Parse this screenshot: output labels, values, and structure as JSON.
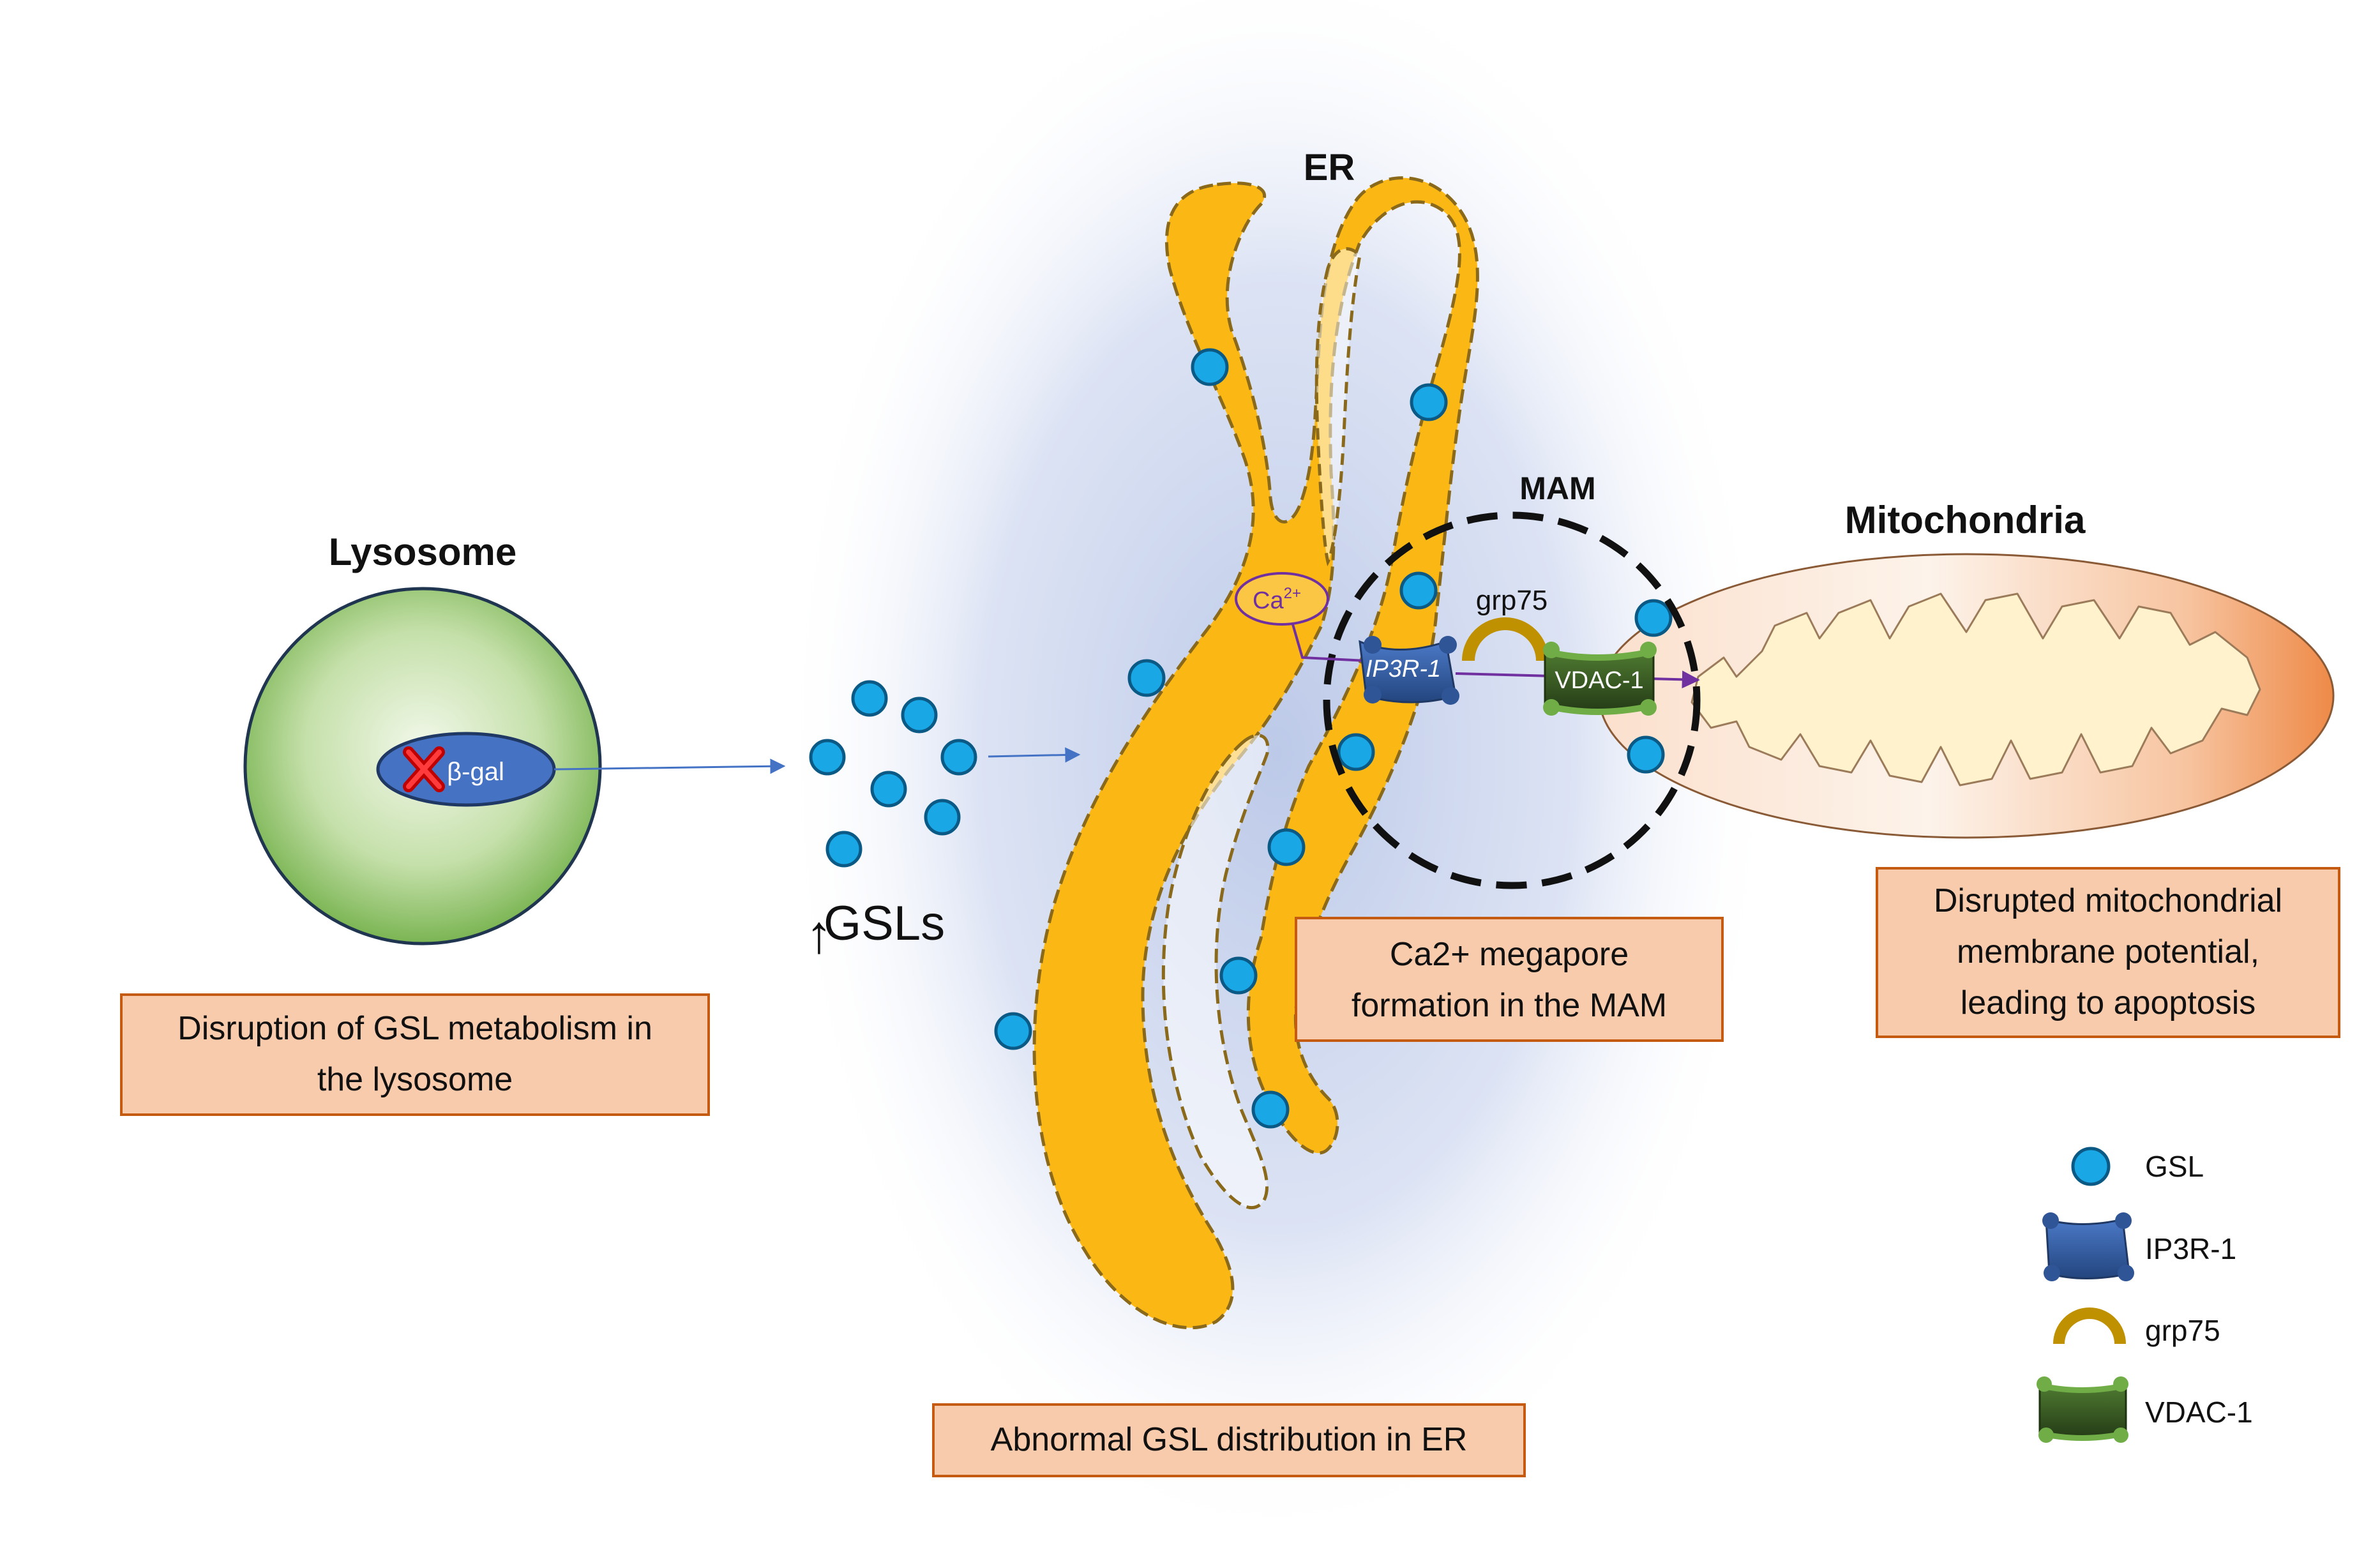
{
  "title": "",
  "labels": {
    "lysosome": "Lysosome",
    "beta_gal": "β-gal",
    "gsls_arrow": "↑",
    "gsls": "GSLs",
    "er": "ER",
    "mam": "MAM",
    "mitochondria": "Mitochondria",
    "ca": "Ca",
    "ca_sup": "2+",
    "grp75": "grp75",
    "ip3r1": "IP3R-1",
    "vdac1": "VDAC-1"
  },
  "boxes": {
    "lysosome_line1": "Disruption of GSL metabolism in",
    "lysosome_line2": "the lysosome",
    "er_line1": "Abnormal GSL distribution in ER",
    "mam_line1": "Ca2+ megapore",
    "mam_line2": "formation in the MAM",
    "mito_line1": "Disrupted mitochondrial",
    "mito_line2": "membrane potential,",
    "mito_line3": "leading to apoptosis"
  },
  "legend": [
    {
      "label": "GSL",
      "icon": "gsl-circle-icon"
    },
    {
      "label": "IP3R-1",
      "icon": "ip3r1-channel-icon"
    },
    {
      "label": "grp75",
      "icon": "grp75-arc-icon"
    },
    {
      "label": "VDAC-1",
      "icon": "vdac1-channel-icon"
    }
  ],
  "colors": {
    "er_fill": "#FBB814",
    "er_stroke": "#8a6a1a",
    "gsl_fill": "#1AA7E6",
    "gsl_stroke": "#0b5a86",
    "lysosome_fill": "#8fc46a",
    "beta_gal_fill": "#4672c4",
    "box_fill": "#F8CBAD",
    "box_stroke": "#C55A11",
    "mito_fill": "#F4A574",
    "mito_inner": "#FFF2CC",
    "ip3r_fill": "#2F5597",
    "vdac_fill": "#385723",
    "vdac_edge": "#70AD47",
    "grp75_fill": "#BF9000",
    "ca_stroke": "#7030A0",
    "arrow_blue": "#4472C4",
    "glow": "#C9D4EC"
  }
}
